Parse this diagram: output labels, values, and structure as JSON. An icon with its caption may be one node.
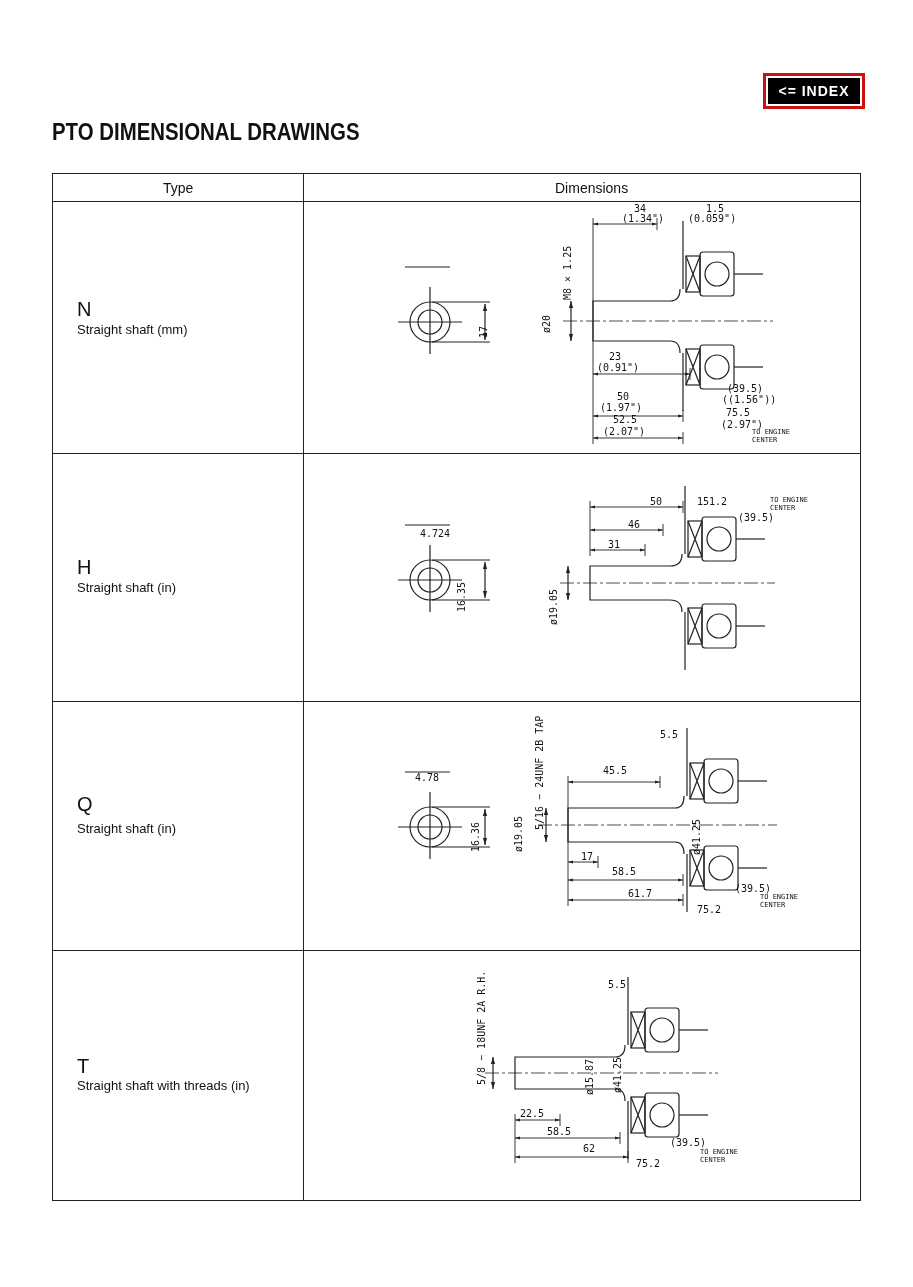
{
  "diagram": {
    "title": "PTO DIMENSIONAL DRAWINGS",
    "labels": [
      "<= INDEX",
      "Type",
      "Dimensions",
      "N",
      "Straight shaft (mm)",
      "34",
      "(1.34\")",
      "1.5",
      "(0.059\")",
      "M8 × 1.25",
      "ø20",
      "17",
      "23",
      "(0.91\")",
      "50",
      "(1.97\")",
      "52.5",
      "(2.07\")",
      "(39.5)",
      "((1.56\"))",
      "75.5",
      "(2.97\")",
      "TO ENGINE CENTER",
      "H",
      "Straight shaft (in)",
      "4.724",
      "16.35",
      "ø19.05",
      "50",
      "46",
      "31",
      "151.2",
      "(39.5)",
      "TO ENGINE CENTER",
      "Q",
      "Straight shaft (in)",
      "4.78",
      "16.36",
      "ø19.05",
      "5/16 − 24UNF 2B TAP",
      "45.5",
      "ø41.25",
      "5.5",
      "17",
      "58.5",
      "61.7",
      "(39.5)",
      "75.2",
      "TO ENGINE CENTER",
      "T",
      "Straight shaft with threads (in)",
      "5/8 − 18UNF 2A R.H.",
      "5.5",
      "ø15.87",
      "ø41.25",
      "22.5",
      "58.5",
      "62",
      "(39.5)",
      "75.2",
      "TO ENGINE CENTER"
    ]
  }
}
